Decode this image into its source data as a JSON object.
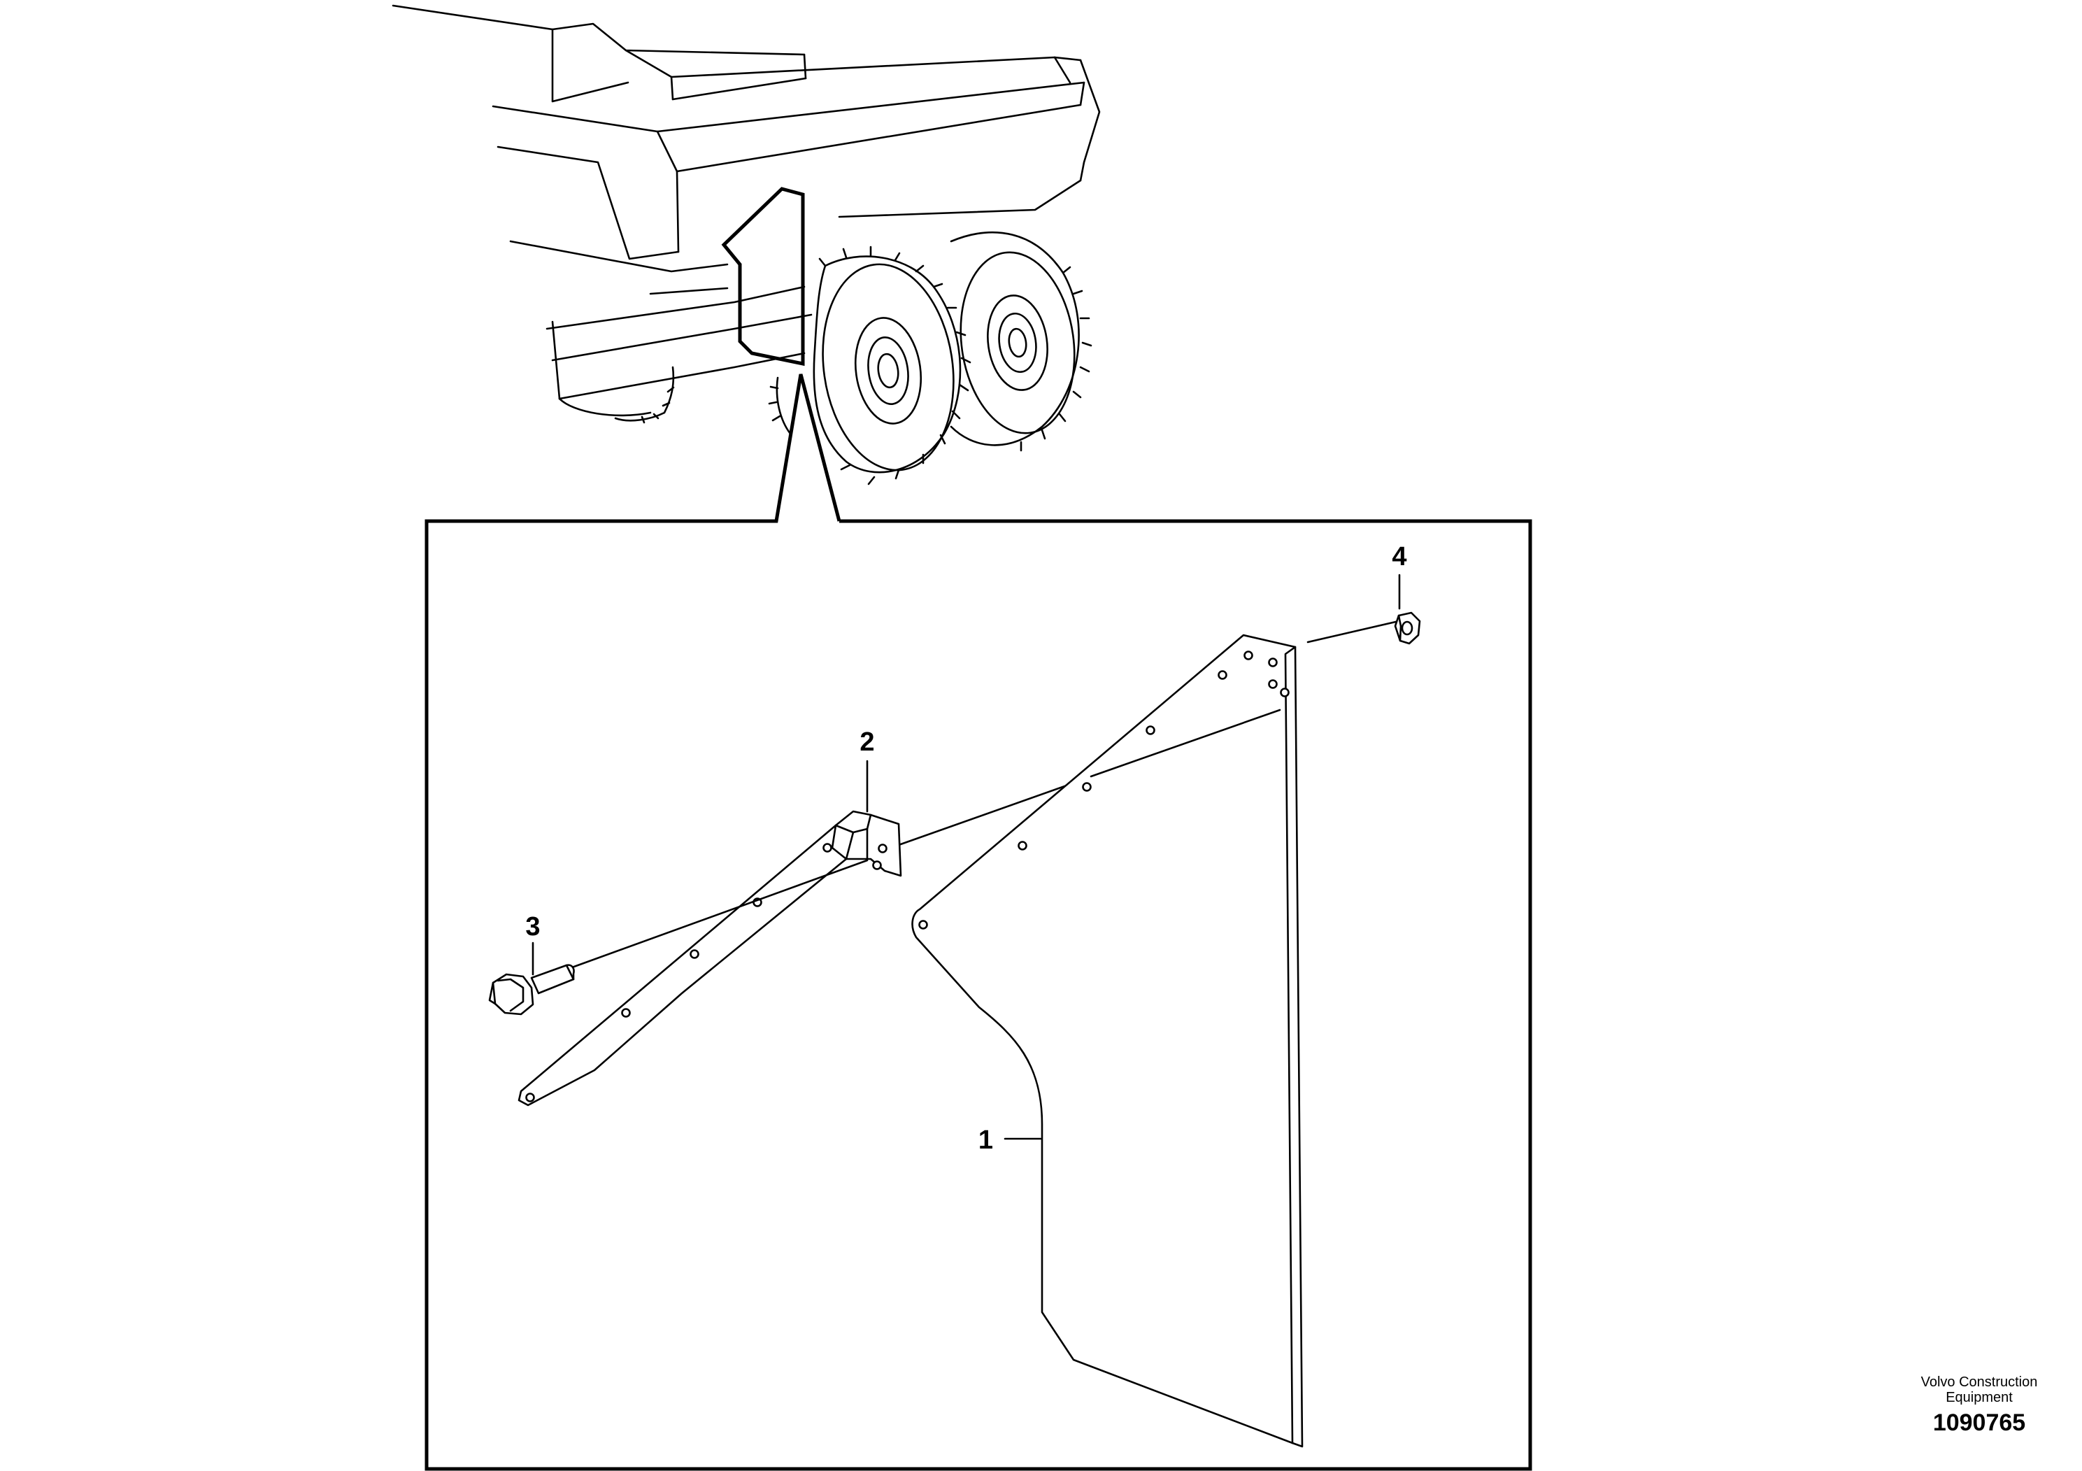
{
  "callouts": {
    "mudflap": "1",
    "bracket": "2",
    "bolt": "3",
    "nut": "4"
  },
  "brand": {
    "line1": "Volvo Construction",
    "line2": "Equipment"
  },
  "document_number": "1090765"
}
